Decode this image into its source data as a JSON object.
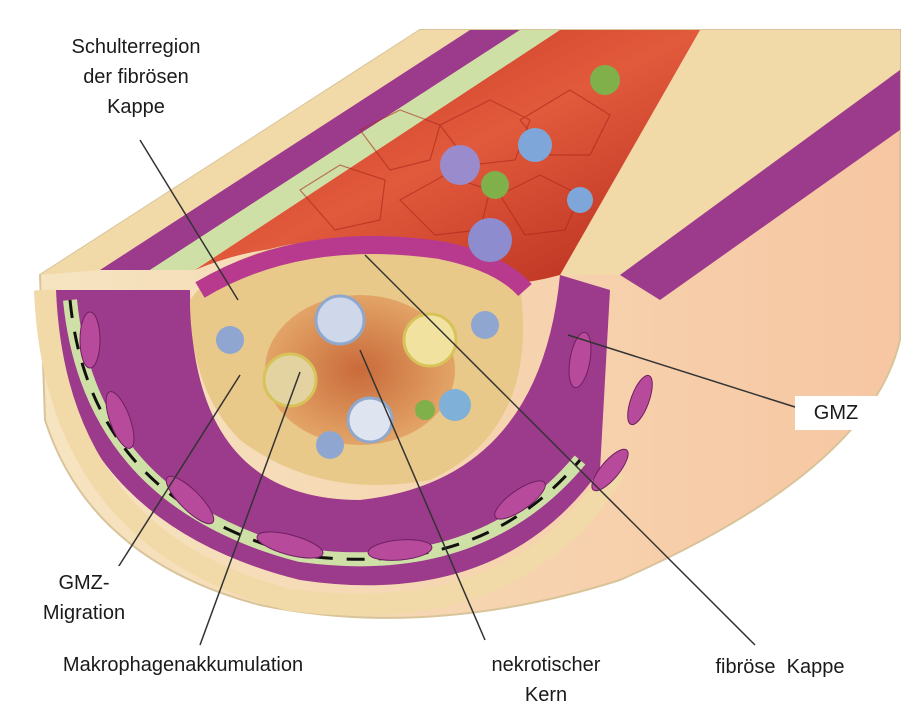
{
  "labels": {
    "shoulder_region": "Schulterregion\nder fibrösen\nKappe",
    "smc": "GMZ",
    "smc_migration": "GMZ-\nMigration",
    "macrophage_accumulation": "Makrophagenakkumulation",
    "necrotic_core": "nekrotischer\nKern",
    "fibrous_cap": "fibröse  Kappe"
  },
  "colors": {
    "lumen_red": "#d8432c",
    "media_purple": "#9c3a8c",
    "adventitia_tan": "#f1d9a8",
    "elastic_lamina_green": "#cfe0a6",
    "necrotic_orange": "#d9864a",
    "macrophage_blue": "#7ea6d8",
    "cell_green": "#7fb04a",
    "leader_line": "#333333"
  }
}
